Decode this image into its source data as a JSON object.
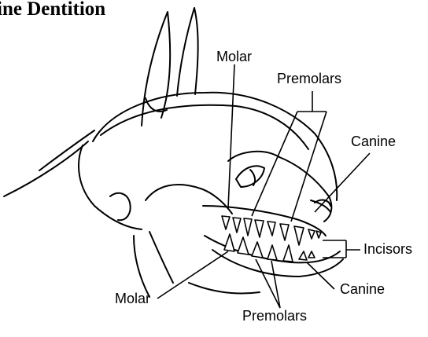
{
  "title": "ine Dentition",
  "labels": {
    "molar_top": "Molar",
    "premolars_top": "Premolars",
    "canine_top": "Canine",
    "incisors": "Incisors",
    "canine_bottom": "Canine",
    "molar_bottom": "Molar",
    "premolars_bottom": "Premolars"
  }
}
